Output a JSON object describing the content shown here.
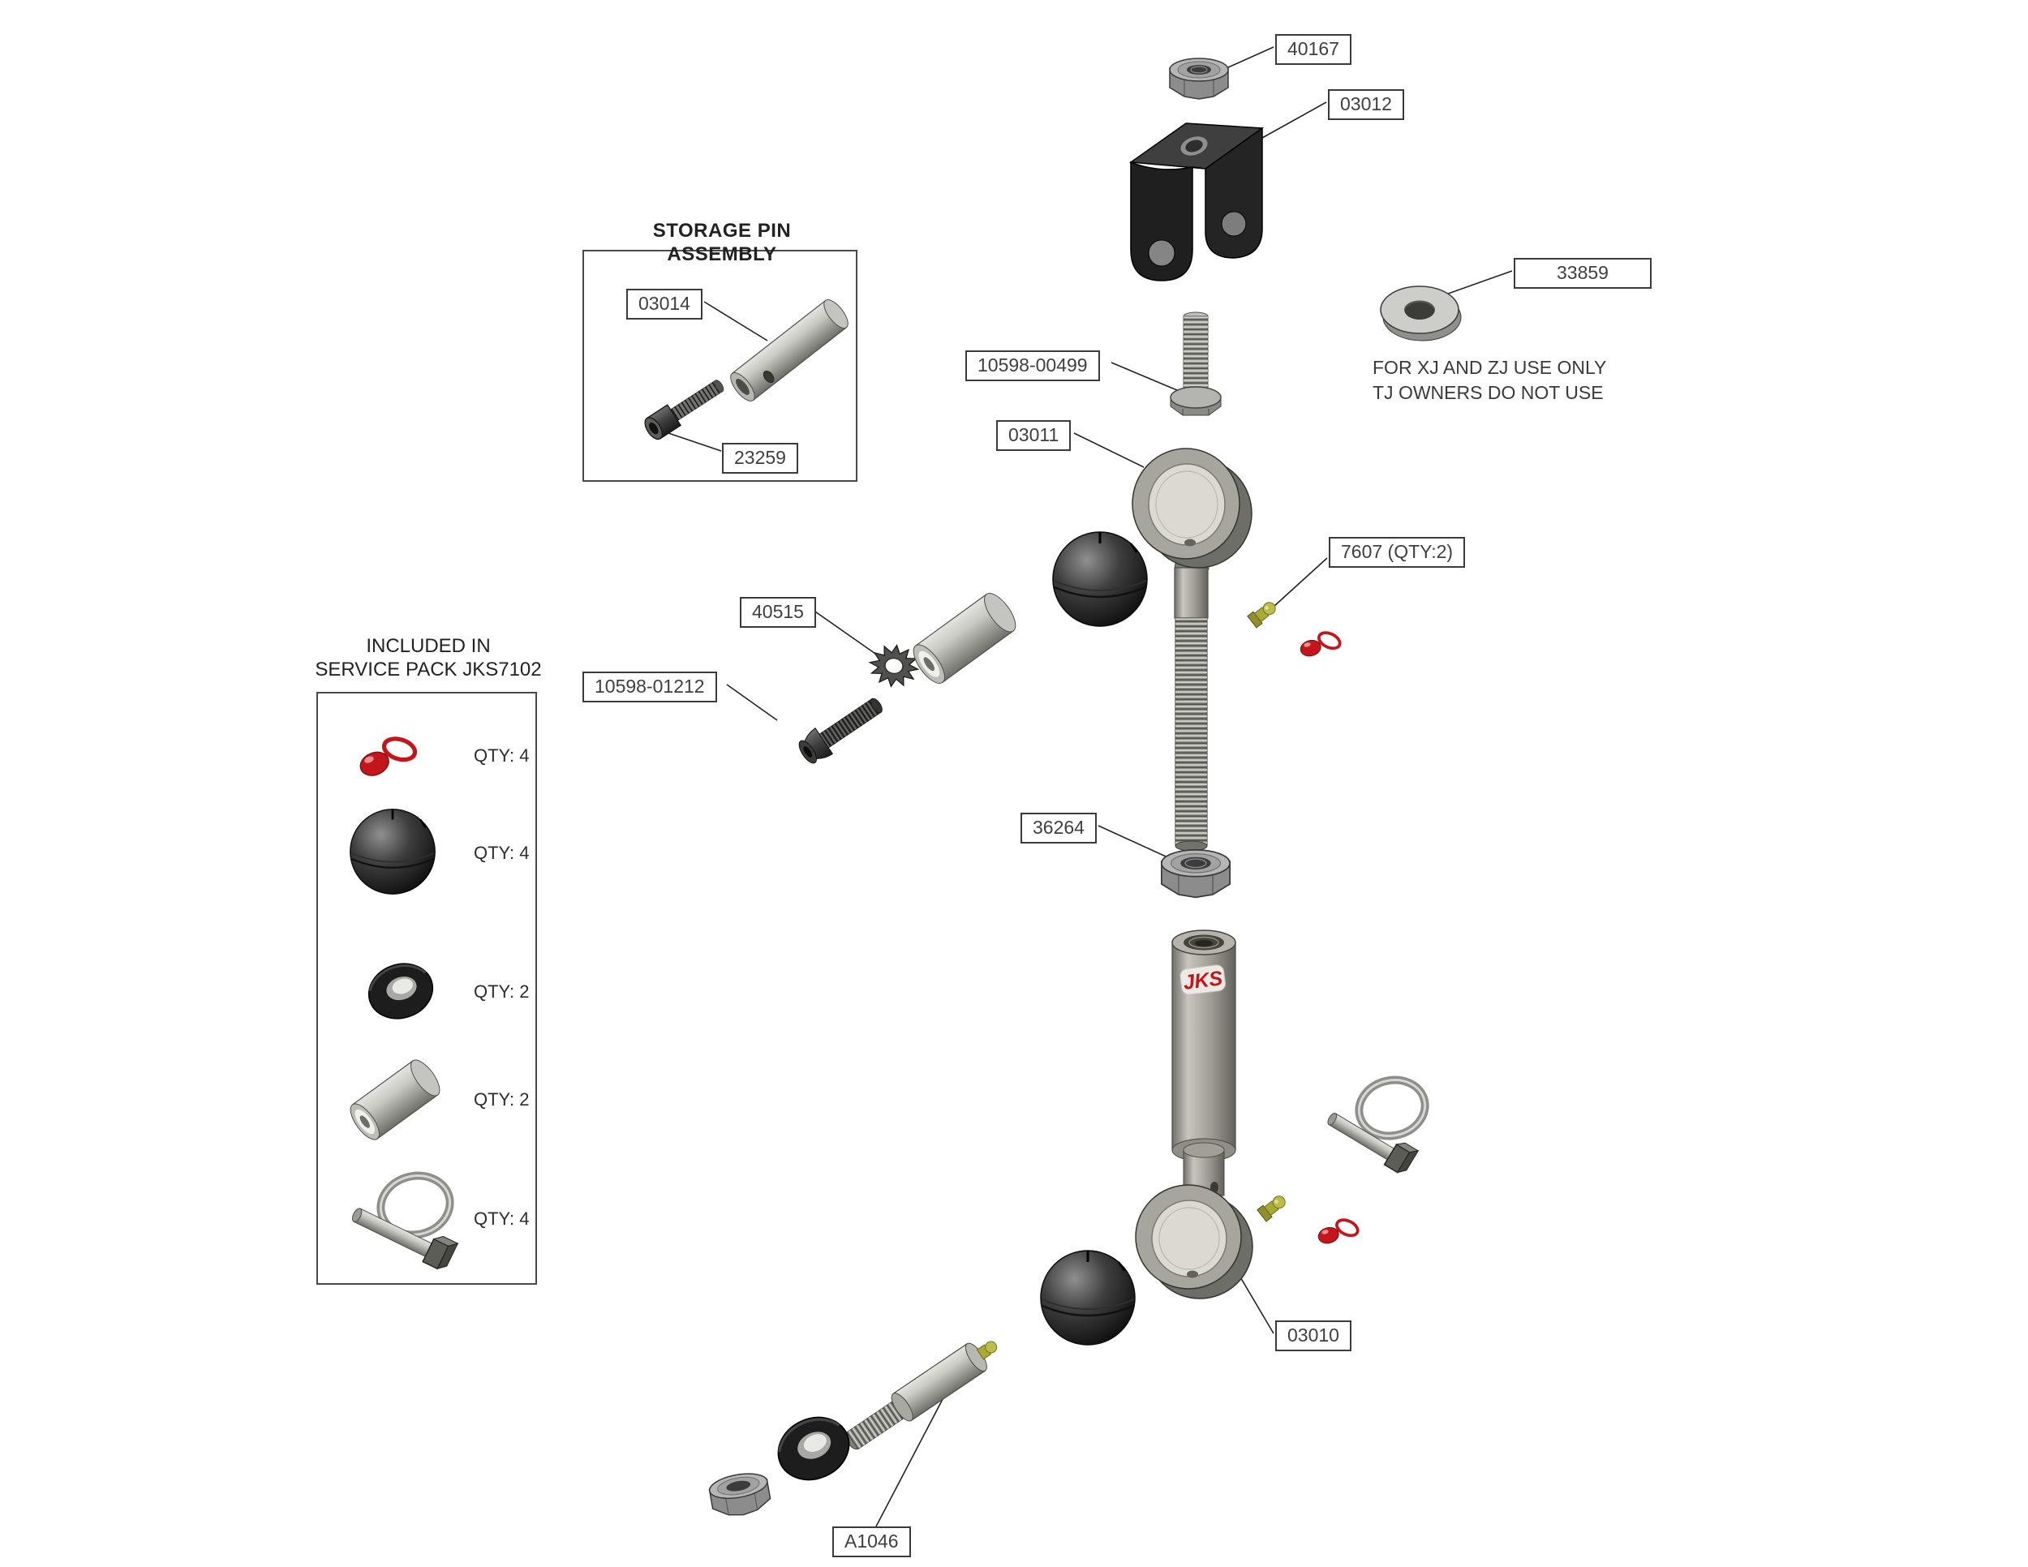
{
  "diagram": {
    "callouts": {
      "c40167": "40167",
      "c03012": "03012",
      "c33859": "33859",
      "c10598_00499": "10598-00499",
      "c03014": "03014",
      "c23259": "23259",
      "c03011": "03011",
      "c7607": "7607 (QTY:2)",
      "c40515": "40515",
      "c10598_01212": "10598-01212",
      "c36264": "36264",
      "c03010": "03010",
      "cA1046": "A1046"
    },
    "storage_pin_assembly": {
      "title": "STORAGE PIN ASSEMBLY"
    },
    "service_pack": {
      "title_line1": "INCLUDED IN",
      "title_line2": "SERVICE PACK JKS7102",
      "items": [
        {
          "part": "grease-fitting-cap",
          "qty": "QTY: 4"
        },
        {
          "part": "ball-bushing",
          "qty": "QTY: 4"
        },
        {
          "part": "bushing-ring",
          "qty": "QTY: 2"
        },
        {
          "part": "spacer-sleeve",
          "qty": "QTY: 2"
        },
        {
          "part": "linch-pin",
          "qty": "QTY: 4"
        }
      ]
    },
    "washer_note": {
      "line1": "FOR XJ AND ZJ USE ONLY",
      "line2": "TJ OWNERS DO NOT USE"
    },
    "logo_text": "JKS",
    "colors": {
      "accent_red": "#c3161c",
      "fitting_brass": "#b5b545",
      "metal_gray": "#9a9a94",
      "part_black": "#1d1d1d"
    }
  }
}
